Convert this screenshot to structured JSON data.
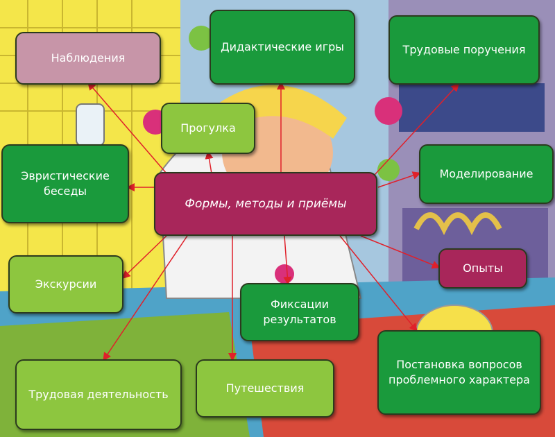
{
  "center": "Формы, методы и приёмы",
  "nodes": {
    "observations": "Наблюдения",
    "didactic_games": "Дидактические игры",
    "labor_assignments": "Трудовые поручения",
    "walk": "Прогулка",
    "heuristic_talks": "Эвристические беседы",
    "modeling": "Моделирование",
    "experiments": "Опыты",
    "excursions": "Экскурсии",
    "recording_results": "Фиксации результатов",
    "labor_activity": "Трудовая деятельность",
    "travels": "Путешествия",
    "problem_questions": "Постановка вопросов проблемного характера"
  },
  "colors": {
    "dark_green": "#1a9a3c",
    "light_green": "#8dc63f",
    "pink": "#c795a8",
    "maroon": "#a8265a",
    "arrow": "#e0202a"
  }
}
